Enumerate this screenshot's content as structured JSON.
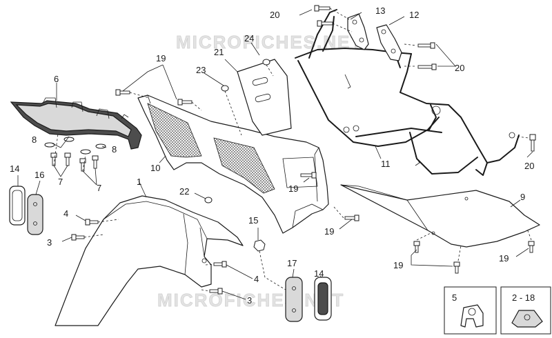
{
  "watermarks": [
    "MICROFICHES.NET",
    "MICROFICHES.NET"
  ],
  "callouts": [
    {
      "id": "c1",
      "text": "1"
    },
    {
      "id": "c3a",
      "text": "3"
    },
    {
      "id": "c3b",
      "text": "3"
    },
    {
      "id": "c4a",
      "text": "4"
    },
    {
      "id": "c4b",
      "text": "4"
    },
    {
      "id": "c6",
      "text": "6"
    },
    {
      "id": "c7a",
      "text": "7"
    },
    {
      "id": "c7b",
      "text": "7"
    },
    {
      "id": "c8a",
      "text": "8"
    },
    {
      "id": "c8b",
      "text": "8"
    },
    {
      "id": "c9",
      "text": "9"
    },
    {
      "id": "c10",
      "text": "10"
    },
    {
      "id": "c11",
      "text": "11"
    },
    {
      "id": "c12",
      "text": "12"
    },
    {
      "id": "c13",
      "text": "13"
    },
    {
      "id": "c14a",
      "text": "14"
    },
    {
      "id": "c14b",
      "text": "14"
    },
    {
      "id": "c15",
      "text": "15"
    },
    {
      "id": "c16",
      "text": "16"
    },
    {
      "id": "c17",
      "text": "17"
    },
    {
      "id": "c19a",
      "text": "19"
    },
    {
      "id": "c19b",
      "text": "19"
    },
    {
      "id": "c19c",
      "text": "19"
    },
    {
      "id": "c19d",
      "text": "19"
    },
    {
      "id": "c19e",
      "text": "19"
    },
    {
      "id": "c20a",
      "text": "20"
    },
    {
      "id": "c20b",
      "text": "20"
    },
    {
      "id": "c20c",
      "text": "20"
    },
    {
      "id": "c21",
      "text": "21"
    },
    {
      "id": "c22",
      "text": "22"
    },
    {
      "id": "c23",
      "text": "23"
    },
    {
      "id": "c24",
      "text": "24"
    }
  ],
  "insets": [
    {
      "id": "inset-5",
      "label": "5"
    },
    {
      "id": "inset-2-18",
      "label": "2 - 18"
    }
  ]
}
